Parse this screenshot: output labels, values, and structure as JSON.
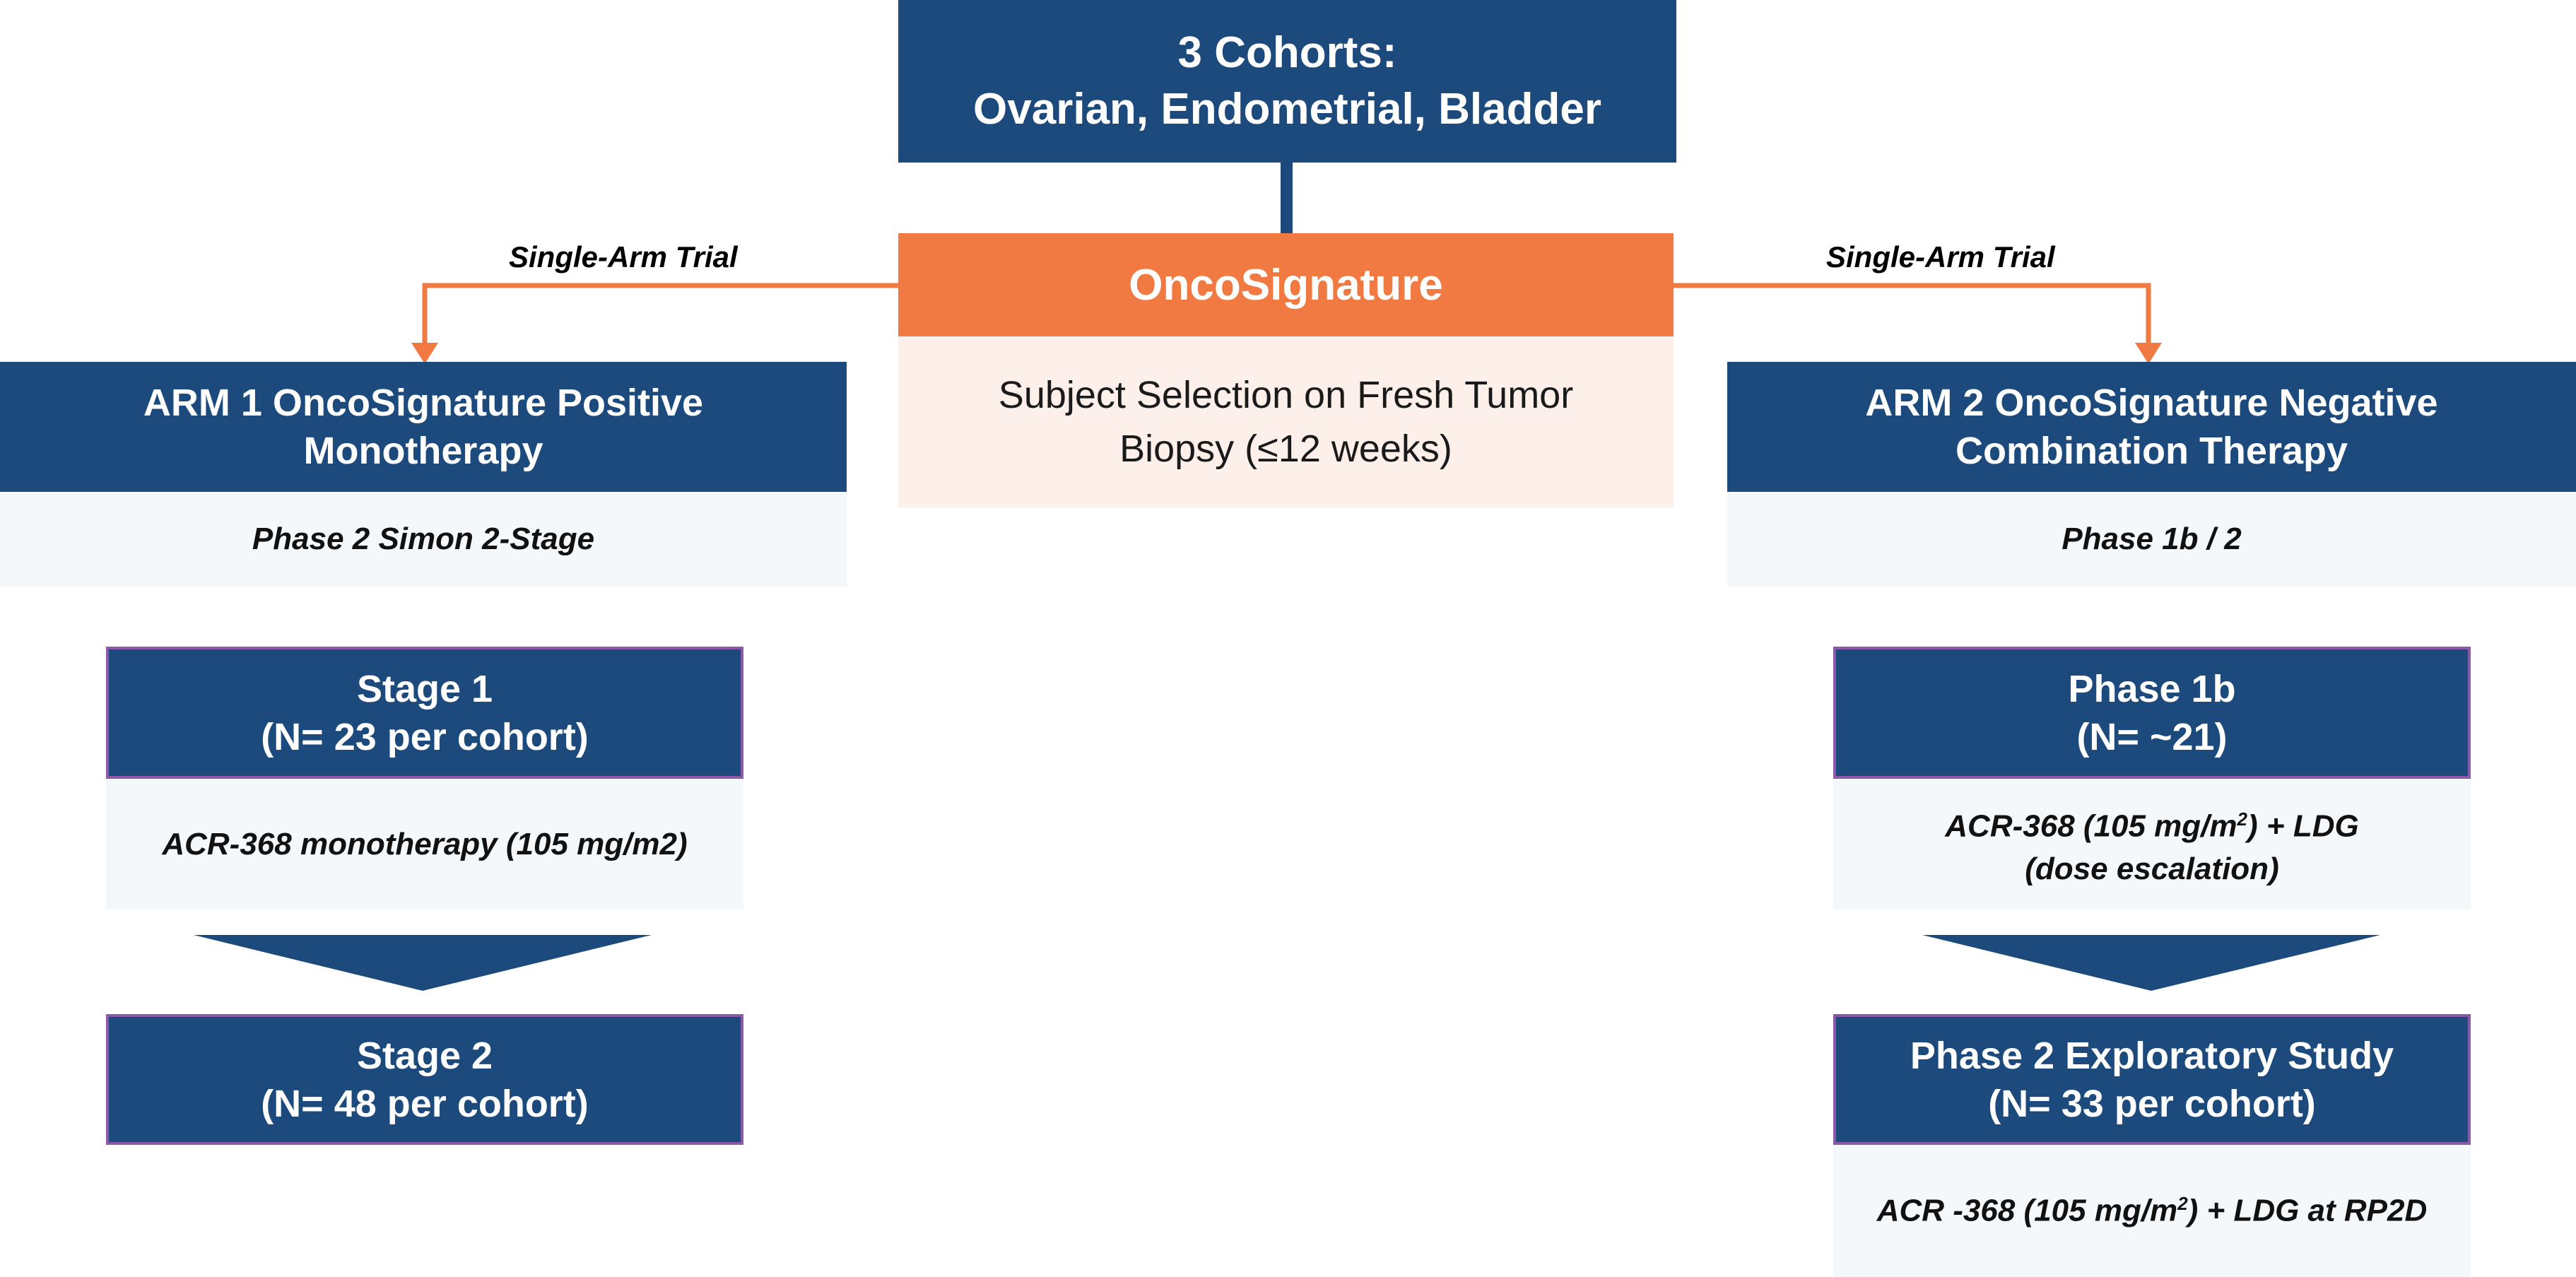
{
  "top": {
    "line1": "3 Cohorts:",
    "line2": "Ovarian, Endometrial, Bladder"
  },
  "center": {
    "header": "OncoSignature",
    "body_line1": "Subject Selection on Fresh Tumor",
    "body_line2": "Biopsy (≤12 weeks)"
  },
  "labels": {
    "left_connector": "Single-Arm Trial",
    "right_connector": "Single-Arm Trial"
  },
  "arm1": {
    "title_line1": "ARM 1 OncoSignature Positive",
    "title_line2": "Monotherapy",
    "subtitle": "Phase 2 Simon 2-Stage",
    "stage1_line1": "Stage 1",
    "stage1_line2": "(N= 23 per cohort)",
    "stage1_detail": "ACR-368 monotherapy (105 mg/m2)",
    "stage2_line1": "Stage 2",
    "stage2_line2": "(N= 48 per cohort)"
  },
  "arm2": {
    "title_line1": "ARM 2 OncoSignature Negative",
    "title_line2": "Combination Therapy",
    "subtitle": "Phase 1b / 2",
    "phase1b_line1": "Phase 1b",
    "phase1b_line2": "(N= ~21)",
    "phase1b_detail_a": "ACR-368 (105 mg/m",
    "phase1b_detail_sup": "2",
    "phase1b_detail_b": ") + LDG",
    "phase1b_detail_line2": "(dose escalation)",
    "phase2_line1": "Phase 2 Exploratory Study",
    "phase2_line2": "(N= 33 per cohort)",
    "phase2_detail_a": "ACR -368 (105 mg/m",
    "phase2_detail_sup": "2",
    "phase2_detail_b": ") + LDG at RP2D"
  },
  "colors": {
    "navy": "#1d4a7d",
    "orange": "#f07a41",
    "peach": "#fdf0ea",
    "pale": "#f5f8fb",
    "purple_border": "#8a5aa8"
  }
}
